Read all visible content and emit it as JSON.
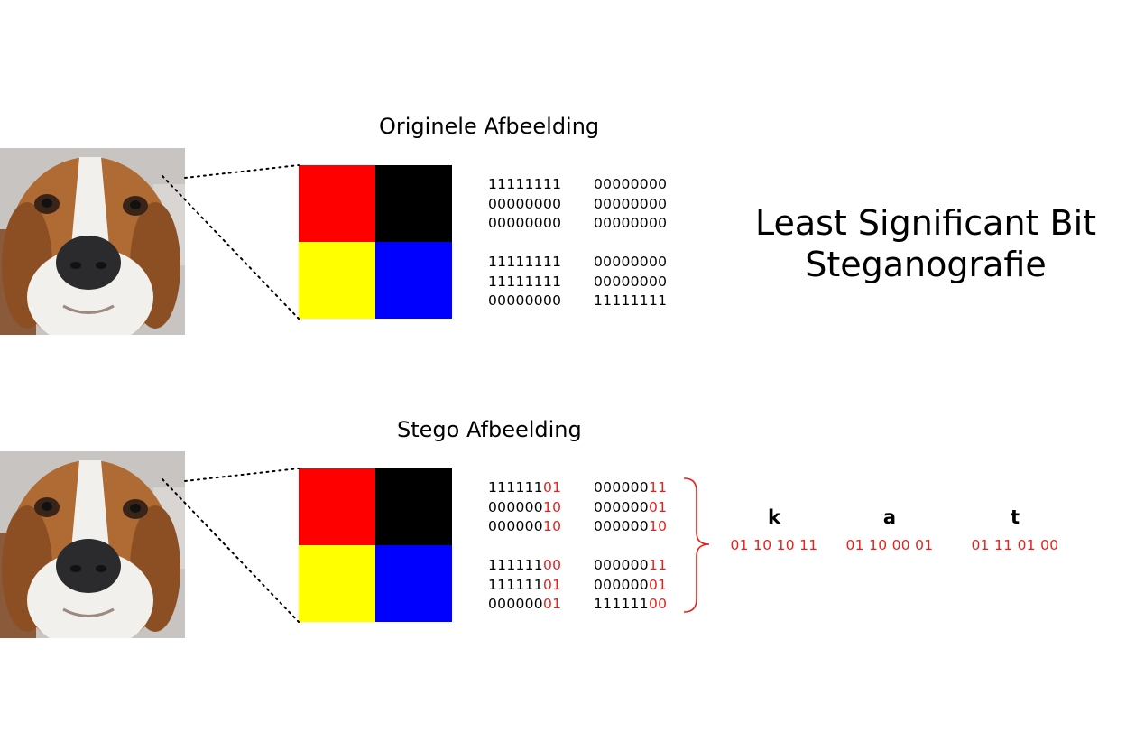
{
  "title": {
    "line1": "Least Significant Bit",
    "line2": "Steganografie"
  },
  "original": {
    "heading": "Originele Afbeelding",
    "pixel_colors": [
      "#ff0000",
      "#000000",
      "#ffff00",
      "#0000ff"
    ],
    "bits": {
      "col1": [
        "11111111",
        "00000000",
        "00000000",
        "11111111",
        "11111111",
        "00000000"
      ],
      "col2": [
        "00000000",
        "00000000",
        "00000000",
        "00000000",
        "00000000",
        "11111111"
      ]
    }
  },
  "stego": {
    "heading": "Stego Afbeelding",
    "pixel_colors": [
      "#ff0000",
      "#000000",
      "#ffff00",
      "#0000ff"
    ],
    "bits": {
      "col1": [
        {
          "high": "111111",
          "low": "01"
        },
        {
          "high": "000000",
          "low": "10"
        },
        {
          "high": "000000",
          "low": "10"
        },
        {
          "high": "111111",
          "low": "00"
        },
        {
          "high": "111111",
          "low": "01"
        },
        {
          "high": "000000",
          "low": "01"
        }
      ],
      "col2": [
        {
          "high": "000000",
          "low": "11"
        },
        {
          "high": "000000",
          "low": "01"
        },
        {
          "high": "000000",
          "low": "10"
        },
        {
          "high": "000000",
          "low": "11"
        },
        {
          "high": "000000",
          "low": "01"
        },
        {
          "high": "111111",
          "low": "00"
        }
      ]
    }
  },
  "message": [
    {
      "letter": "k",
      "bits": "01 10 10 11"
    },
    {
      "letter": "a",
      "bits": "01 10 00 01"
    },
    {
      "letter": "t",
      "bits": "01 11 01 00"
    }
  ],
  "colors": {
    "accent_red": "#e8201c",
    "dog_fur": "#b06a34",
    "dog_white": "#f2f0ec",
    "dog_nose": "#2b2a2c"
  },
  "icons": {
    "dog_image": "beagle-photo",
    "brace": "curly-brace"
  }
}
